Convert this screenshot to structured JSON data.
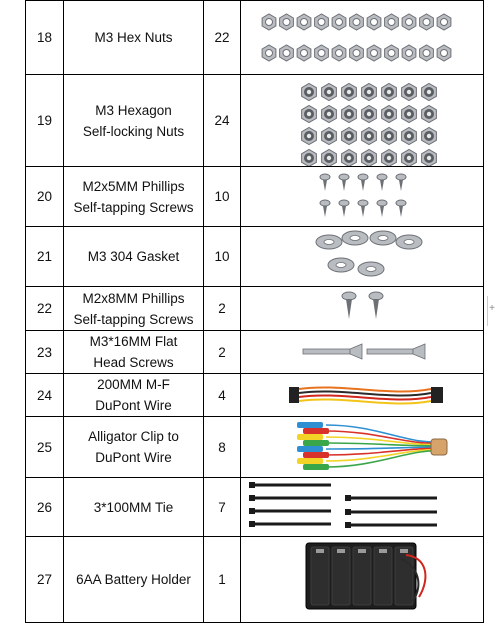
{
  "rows": [
    {
      "no": "18",
      "name_lines": [
        "M3 Hex Nuts"
      ],
      "qty": "22",
      "icon": "hex-nut-icon"
    },
    {
      "no": "19",
      "name_lines": [
        "M3 Hexagon",
        "Self-locking Nuts"
      ],
      "qty": "24",
      "icon": "lock-nut-icon"
    },
    {
      "no": "20",
      "name_lines": [
        "M2x5MM Phillips",
        "Self-tapping Screws"
      ],
      "qty": "10",
      "icon": "tapping-screw-icon"
    },
    {
      "no": "21",
      "name_lines": [
        "M3 304 Gasket"
      ],
      "qty": "10",
      "icon": "washer-icon"
    },
    {
      "no": "22",
      "name_lines": [
        "M2x8MM Phillips",
        "Self-tapping Screws"
      ],
      "qty": "2",
      "icon": "tapping-screw-icon"
    },
    {
      "no": "23",
      "name_lines": [
        "M3*16MM Flat",
        "Head Screws"
      ],
      "qty": "2",
      "icon": "flat-head-screw-icon"
    },
    {
      "no": "24",
      "name_lines": [
        "200MM M-F",
        "DuPont Wire"
      ],
      "qty": "4",
      "icon": "dupont-wire-icon"
    },
    {
      "no": "25",
      "name_lines": [
        "Alligator Clip to",
        "DuPont Wire"
      ],
      "qty": "8",
      "icon": "alligator-clip-icon"
    },
    {
      "no": "26",
      "name_lines": [
        "3*100MM Tie"
      ],
      "qty": "7",
      "icon": "cable-tie-icon"
    },
    {
      "no": "27",
      "name_lines": [
        "6AA Battery Holder"
      ],
      "qty": "1",
      "icon": "battery-holder-icon"
    }
  ],
  "colors": {
    "border": "#000000",
    "metal": "#b9bcc0",
    "metal_dark": "#6d7075",
    "tie": "#1a1a1a",
    "wire_orange": "#e8731f",
    "wire_yellow": "#f2c418",
    "wire_red": "#d0261c",
    "wire_black": "#2a2a2a",
    "clip_blue": "#2f8fd3",
    "clip_red": "#d8322a",
    "clip_yellow": "#f3d326",
    "clip_green": "#3aa64a"
  }
}
